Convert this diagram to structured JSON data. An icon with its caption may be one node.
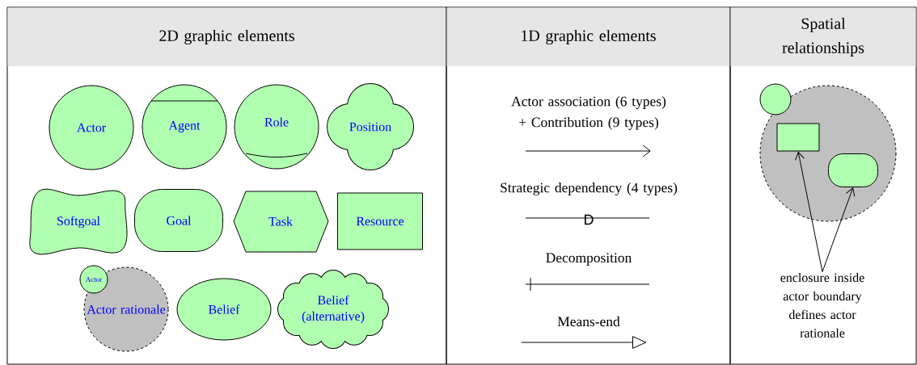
{
  "diagram": {
    "nodes": [
      {
        "text": [
          "2D graphic elements"
        ]
      },
      {
        "text": [
          "Actor"
        ],
        "in": 0
      },
      {
        "text": [
          "Agent"
        ],
        "in": 0
      },
      {
        "text": [
          "Role"
        ],
        "in": 0
      },
      {
        "text": [
          "Position"
        ],
        "in": 0
      },
      {
        "text": [
          "Softgoal"
        ],
        "in": 0
      },
      {
        "text": [
          "Goal"
        ],
        "in": 0
      },
      {
        "text": [
          "Task"
        ],
        "in": 0
      },
      {
        "text": [
          "Resource"
        ],
        "in": 0
      },
      {
        "text": [
          "Actor rationale"
        ],
        "in": 0
      },
      {
        "text": [
          "Actor"
        ],
        "in": 0
      },
      {
        "text": [
          "Belief"
        ],
        "in": 0
      },
      {
        "text": [
          "Belief (alternative)"
        ],
        "in": 0
      },
      {
        "text": [
          "1D graphic elements"
        ]
      },
      {
        "text": [
          "Spatial relationships"
        ]
      },
      {
        "text": [],
        "shape": "circle",
        "in": 14
      },
      {
        "text": [],
        "shape": "circle",
        "in": 14
      },
      {
        "text": [],
        "shape": "box",
        "in": 15
      },
      {
        "text": [],
        "shape": "box",
        "in": 15
      },
      {
        "text": [
          "enclosure inside actor boundary defines actor rationale"
        ],
        "in": 14
      }
    ],
    "edges": [
      {
        "from": 19,
        "to": 17,
        "arrow": "to"
      },
      {
        "from": 19,
        "to": 18,
        "arrow": "to"
      }
    ],
    "labels": [
      "Actor association (6 types) + Contribution (9 types)",
      "Strategic dependency (4 types)",
      "D",
      "Decomposition",
      "Means-end"
    ]
  }
}
